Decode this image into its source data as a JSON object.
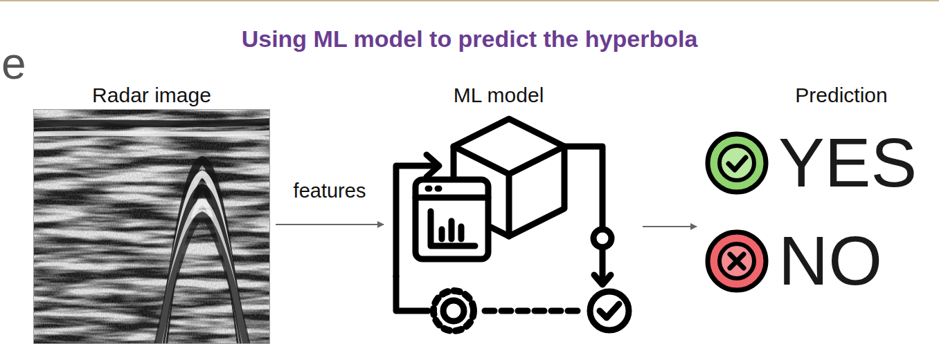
{
  "diagram": {
    "title": "Using ML model to predict the hyperbola",
    "nodes": [
      {
        "text": [
          "Radar image"
        ]
      },
      {
        "text": [
          "ML model"
        ]
      },
      {
        "text": [
          "Prediction",
          "YES",
          "NO"
        ]
      }
    ],
    "edges": [
      {
        "from": 0,
        "to": 1,
        "label": "features",
        "arrow": "to"
      },
      {
        "from": 1,
        "to": 2,
        "arrow": "to"
      }
    ],
    "labels": [
      "e"
    ]
  }
}
